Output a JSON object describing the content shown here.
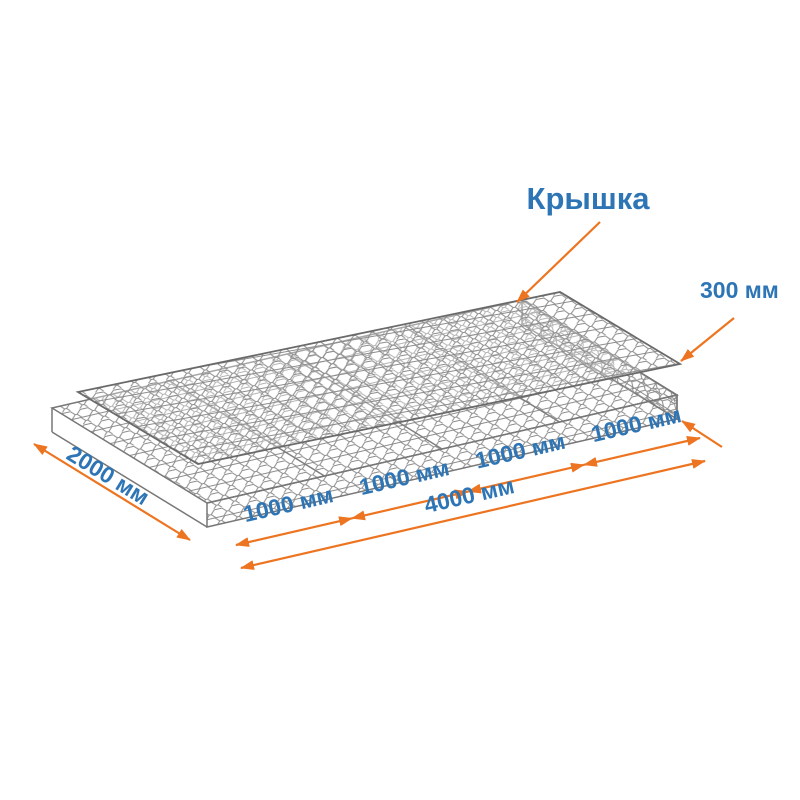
{
  "page": {
    "background": "#ffffff"
  },
  "diagram": {
    "type": "gabion-mattress-dimension-drawing",
    "lid_label": "Крышка",
    "dim_height": "300 мм",
    "dim_width": "2000 мм",
    "dim_total_length": "4000 мм",
    "dim_segments": [
      "1000 мм",
      "1000 мм",
      "1000 мм",
      "1000 мм"
    ],
    "colors": {
      "accent": "#ED7420",
      "label": "#2E75B6",
      "mesh": "#8C8C8C"
    }
  }
}
